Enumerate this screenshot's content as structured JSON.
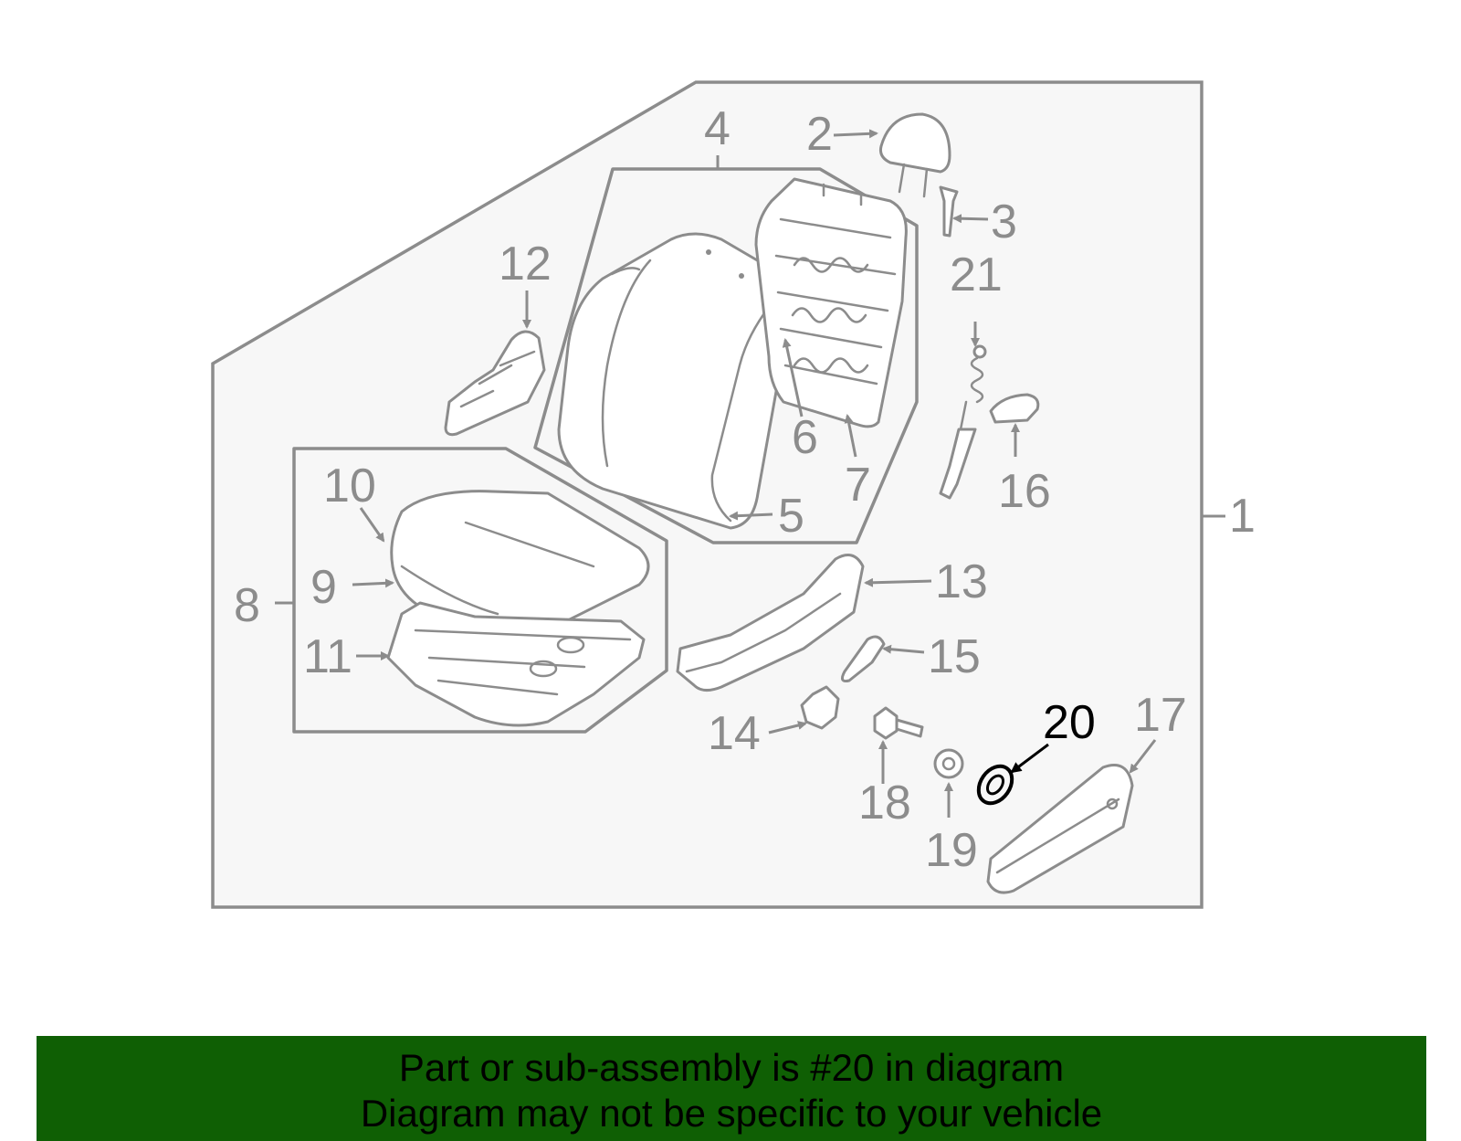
{
  "diagram": {
    "callouts": [
      "1",
      "2",
      "3",
      "4",
      "5",
      "6",
      "7",
      "8",
      "9",
      "10",
      "11",
      "12",
      "13",
      "14",
      "15",
      "16",
      "17",
      "18",
      "19",
      "20",
      "21"
    ],
    "highlighted_callout": "20",
    "highlight_color": "#000000",
    "line_color": "#8c8c8c",
    "panel_color": "#f7f7f7"
  },
  "banner": {
    "line1": "Part or sub-assembly is #20 in diagram",
    "line2": "Diagram may not be specific to your vehicle",
    "background": "#0f5f04"
  }
}
